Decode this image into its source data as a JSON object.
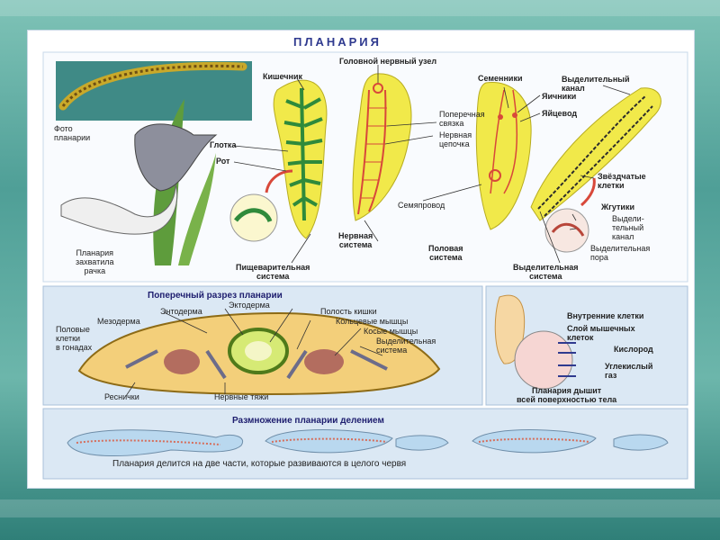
{
  "title": "ПЛАНАРИЯ",
  "top_labels": {
    "photo": [
      "Фото",
      "планарии"
    ],
    "catch": [
      "Планария",
      "захватила",
      "рачка"
    ],
    "intestine": "Кишечник",
    "pharynx": "Глотка",
    "mouth": "Рот",
    "digestive_system": [
      "Пищеварительная",
      "система"
    ],
    "head_ganglion": "Головной нервный узел",
    "cross_link": [
      "Поперечная",
      "связка"
    ],
    "nerve_chain": [
      "Нервная",
      "цепочка"
    ],
    "nervous_system": [
      "Нервная",
      "система"
    ],
    "testes": "Семенники",
    "ovaries": "Яичники",
    "oviduct": "Яйцевод",
    "sperm_duct": "Семяпровод",
    "reproductive_system": [
      "Половая",
      "система"
    ],
    "excretory_canal": [
      "Выделительный",
      "канал"
    ],
    "stellate_cells": [
      "Звёздчатые",
      "клетки"
    ],
    "flagella": "Жгутики",
    "excretory_canal2": [
      "Выдели-",
      "тельный",
      "канал"
    ],
    "excretory_pore": [
      "Выделительная",
      "пора"
    ],
    "excretory_system": [
      "Выделительная",
      "система"
    ]
  },
  "cross_section": {
    "title": "Поперечный разрез планарии",
    "ectoderm": "Эктодерма",
    "endoderm": "Энтодерма",
    "gut_cavity": "Полость кишки",
    "mesoderm": "Мезодерма",
    "circular_muscles": "Кольцевые мышцы",
    "sex_cells": [
      "Половые",
      "клетки",
      "в гонадах"
    ],
    "oblique_muscles": "Косые мышцы",
    "excretory": [
      "Выделительная",
      "система"
    ],
    "cilia": "Реснички",
    "nerve_cords": "Нервные тяжи"
  },
  "breathing": {
    "inner_cells": "Внутренние клетки",
    "muscle_layer": [
      "Слой мышечных",
      "клеток"
    ],
    "oxygen": "Кислород",
    "co2": [
      "Углекислый",
      "газ"
    ],
    "caption": [
      "Планария дышит",
      "всей поверхностью тела"
    ]
  },
  "reproduction": {
    "title": "Размножение планарии делением",
    "caption": "Планария делится на две части, которые развиваются в целого червя"
  },
  "colors": {
    "body_yellow": "#f1e94a",
    "gut_green": "#2f8a3b",
    "nerve_red": "#d8483a",
    "panel_blue": "#dbe8f4",
    "title_blue": "#2f3a8f"
  }
}
